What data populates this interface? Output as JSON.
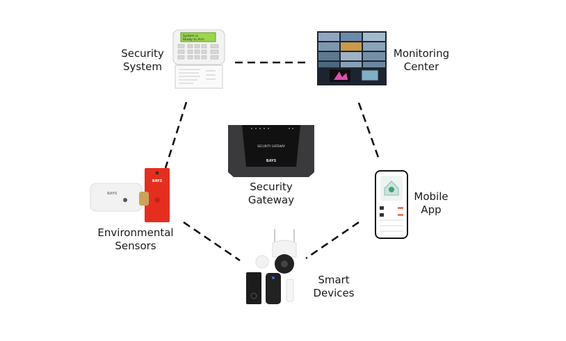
{
  "diagram": {
    "nodes": [
      {
        "id": "security-system",
        "label_line1": "Security",
        "label_line2": "System"
      },
      {
        "id": "monitoring-center",
        "label_line1": "Monitoring",
        "label_line2": "Center"
      },
      {
        "id": "security-gateway",
        "label_line1": "Security",
        "label_line2": "Gateway",
        "device_text": "SECURITY GATEWAY",
        "brand": "BAYS"
      },
      {
        "id": "environmental-sensors",
        "label_line1": "Environmental",
        "label_line2": "Sensors",
        "brand": "BAYS"
      },
      {
        "id": "mobile-app",
        "label_line1": "Mobile",
        "label_line2": "App"
      },
      {
        "id": "smart-devices",
        "label_line1": "Smart",
        "label_line2": "Devices"
      }
    ],
    "keypad_screen_line1": "System is",
    "keypad_screen_line2": "Ready to Arm",
    "connections": [
      {
        "from": "security-system",
        "to": "monitoring-center",
        "style": "dashed"
      },
      {
        "from": "security-system",
        "to": "environmental-sensors",
        "style": "dashed"
      },
      {
        "from": "monitoring-center",
        "to": "mobile-app",
        "style": "dashed"
      },
      {
        "from": "environmental-sensors",
        "to": "smart-devices",
        "style": "dashed"
      },
      {
        "from": "mobile-app",
        "to": "smart-devices",
        "style": "dashed"
      }
    ]
  }
}
